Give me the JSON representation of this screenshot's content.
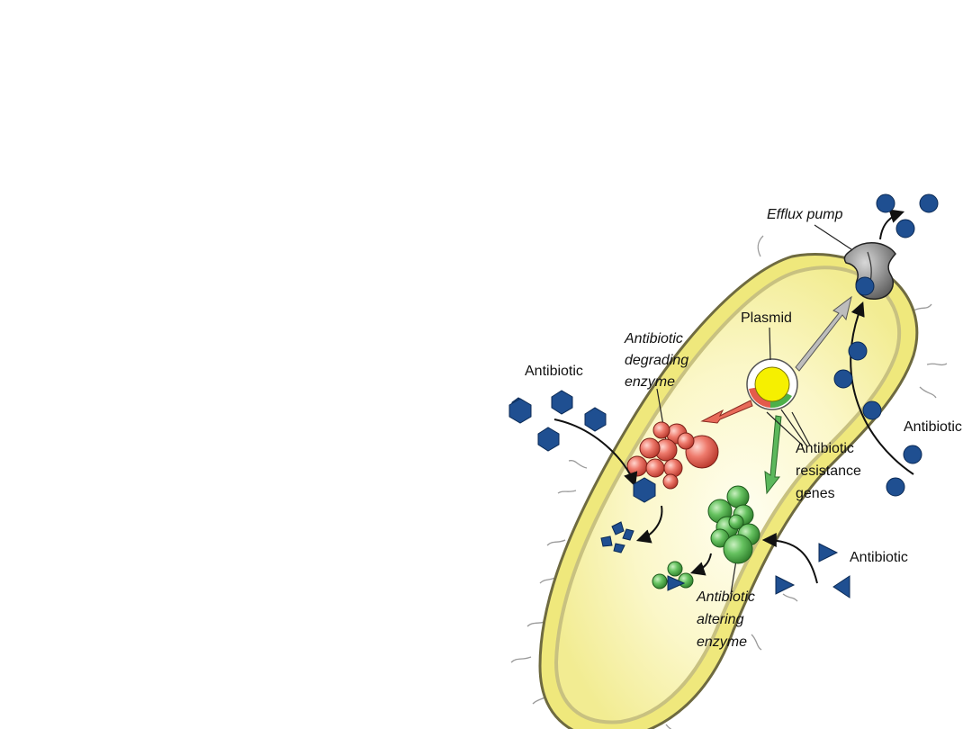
{
  "labels": {
    "efflux_pump": "Efflux pump",
    "plasmid": "Plasmid",
    "degrading_enzyme": [
      "Antibiotic",
      "degrading",
      "enzyme"
    ],
    "resistance_genes": [
      "Antibiotic",
      "resistance",
      "genes"
    ],
    "altering_enzyme": [
      "Antibiotic",
      "altering",
      "enzyme"
    ],
    "antibiotic_left": "Antibiotic",
    "antibiotic_right": "Antibiotic",
    "antibiotic_bottom": "Antibiotic"
  },
  "colors": {
    "cell_fill": "#f6f2a6",
    "cell_inner": "#fbf8cf",
    "cell_edge": "#8e8a5e",
    "antibiotic_blue": "#1f4f91",
    "degrading_red": "#e8665a",
    "altering_green": "#5cb85c",
    "plasmid_yellow": "#f6f000",
    "pump_gray": "#8a8a8a"
  },
  "icons": {
    "antibiotic_hexagon": "hexagon-icon",
    "antibiotic_circle": "circle-icon",
    "antibiotic_triangle": "triangle-icon"
  }
}
